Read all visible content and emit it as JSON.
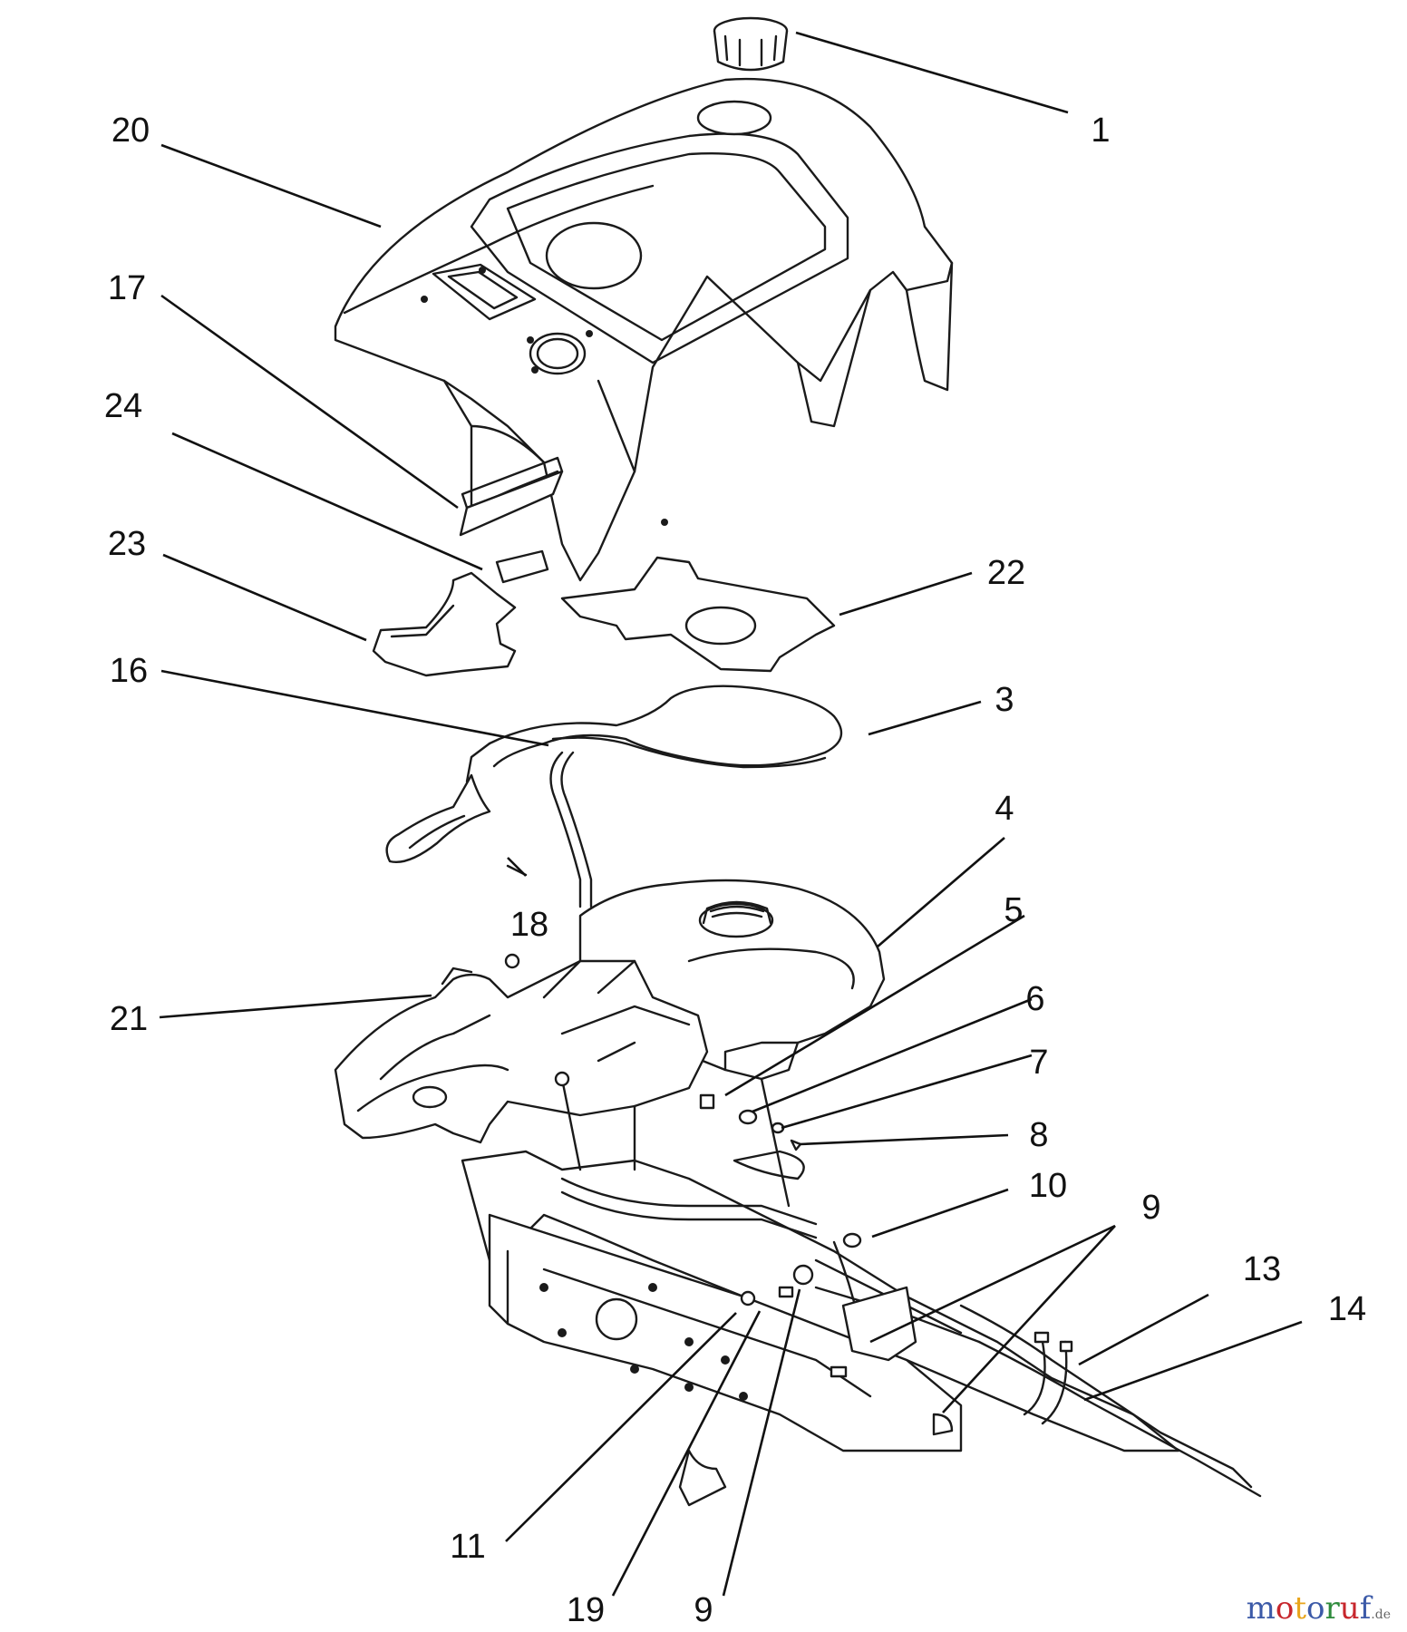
{
  "callouts": [
    "1",
    "20",
    "17",
    "24",
    "23",
    "22",
    "16",
    "3",
    "4",
    "18",
    "5",
    "21",
    "6",
    "7",
    "8",
    "10",
    "9",
    "13",
    "14",
    "11",
    "19",
    "9"
  ],
  "watermark": {
    "text": "motoruf",
    "suffix": ".de",
    "colors": [
      "#3c5aa8",
      "#c7262c",
      "#e9a51b",
      "#3c5aa8",
      "#2e8b3c",
      "#c7262c",
      "#3c5aa8"
    ]
  }
}
